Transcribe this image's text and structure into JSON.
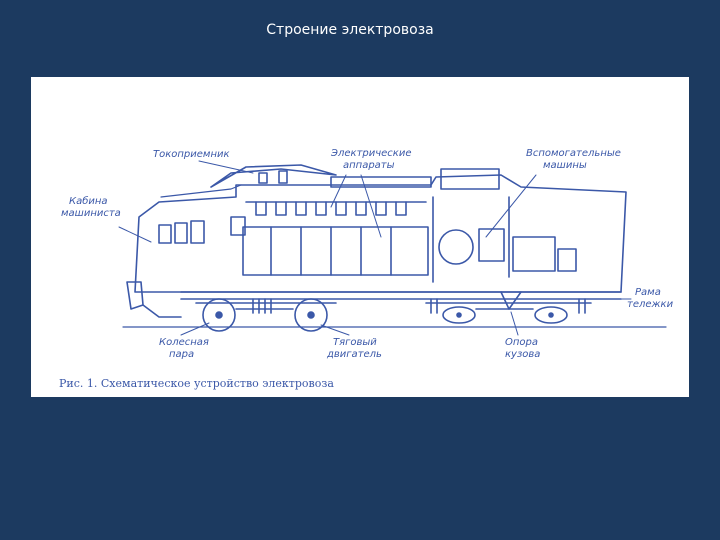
{
  "slide": {
    "title": "Строение электровоза"
  },
  "figure": {
    "caption": "Рис. 1. Схематическое устройство электровоза",
    "labels": {
      "pantograph": "Токоприемник",
      "electrical_apparatus_1": "Электрические",
      "electrical_apparatus_2": "аппараты",
      "auxiliary_machines_1": "Вспомогательные",
      "auxiliary_machines_2": "машины",
      "driver_cab_1": "Кабина",
      "driver_cab_2": "машиниста",
      "bogie_frame_1": "Рама",
      "bogie_frame_2": "тележки",
      "wheelset_1": "Колесная",
      "wheelset_2": "пара",
      "traction_motor_1": "Тяговый",
      "traction_motor_2": "двигатель",
      "body_support_1": "Опора",
      "body_support_2": "кузова"
    },
    "colors": {
      "ink": "#3b58a8",
      "background": "#1c3a60",
      "panel": "#ffffff"
    }
  }
}
